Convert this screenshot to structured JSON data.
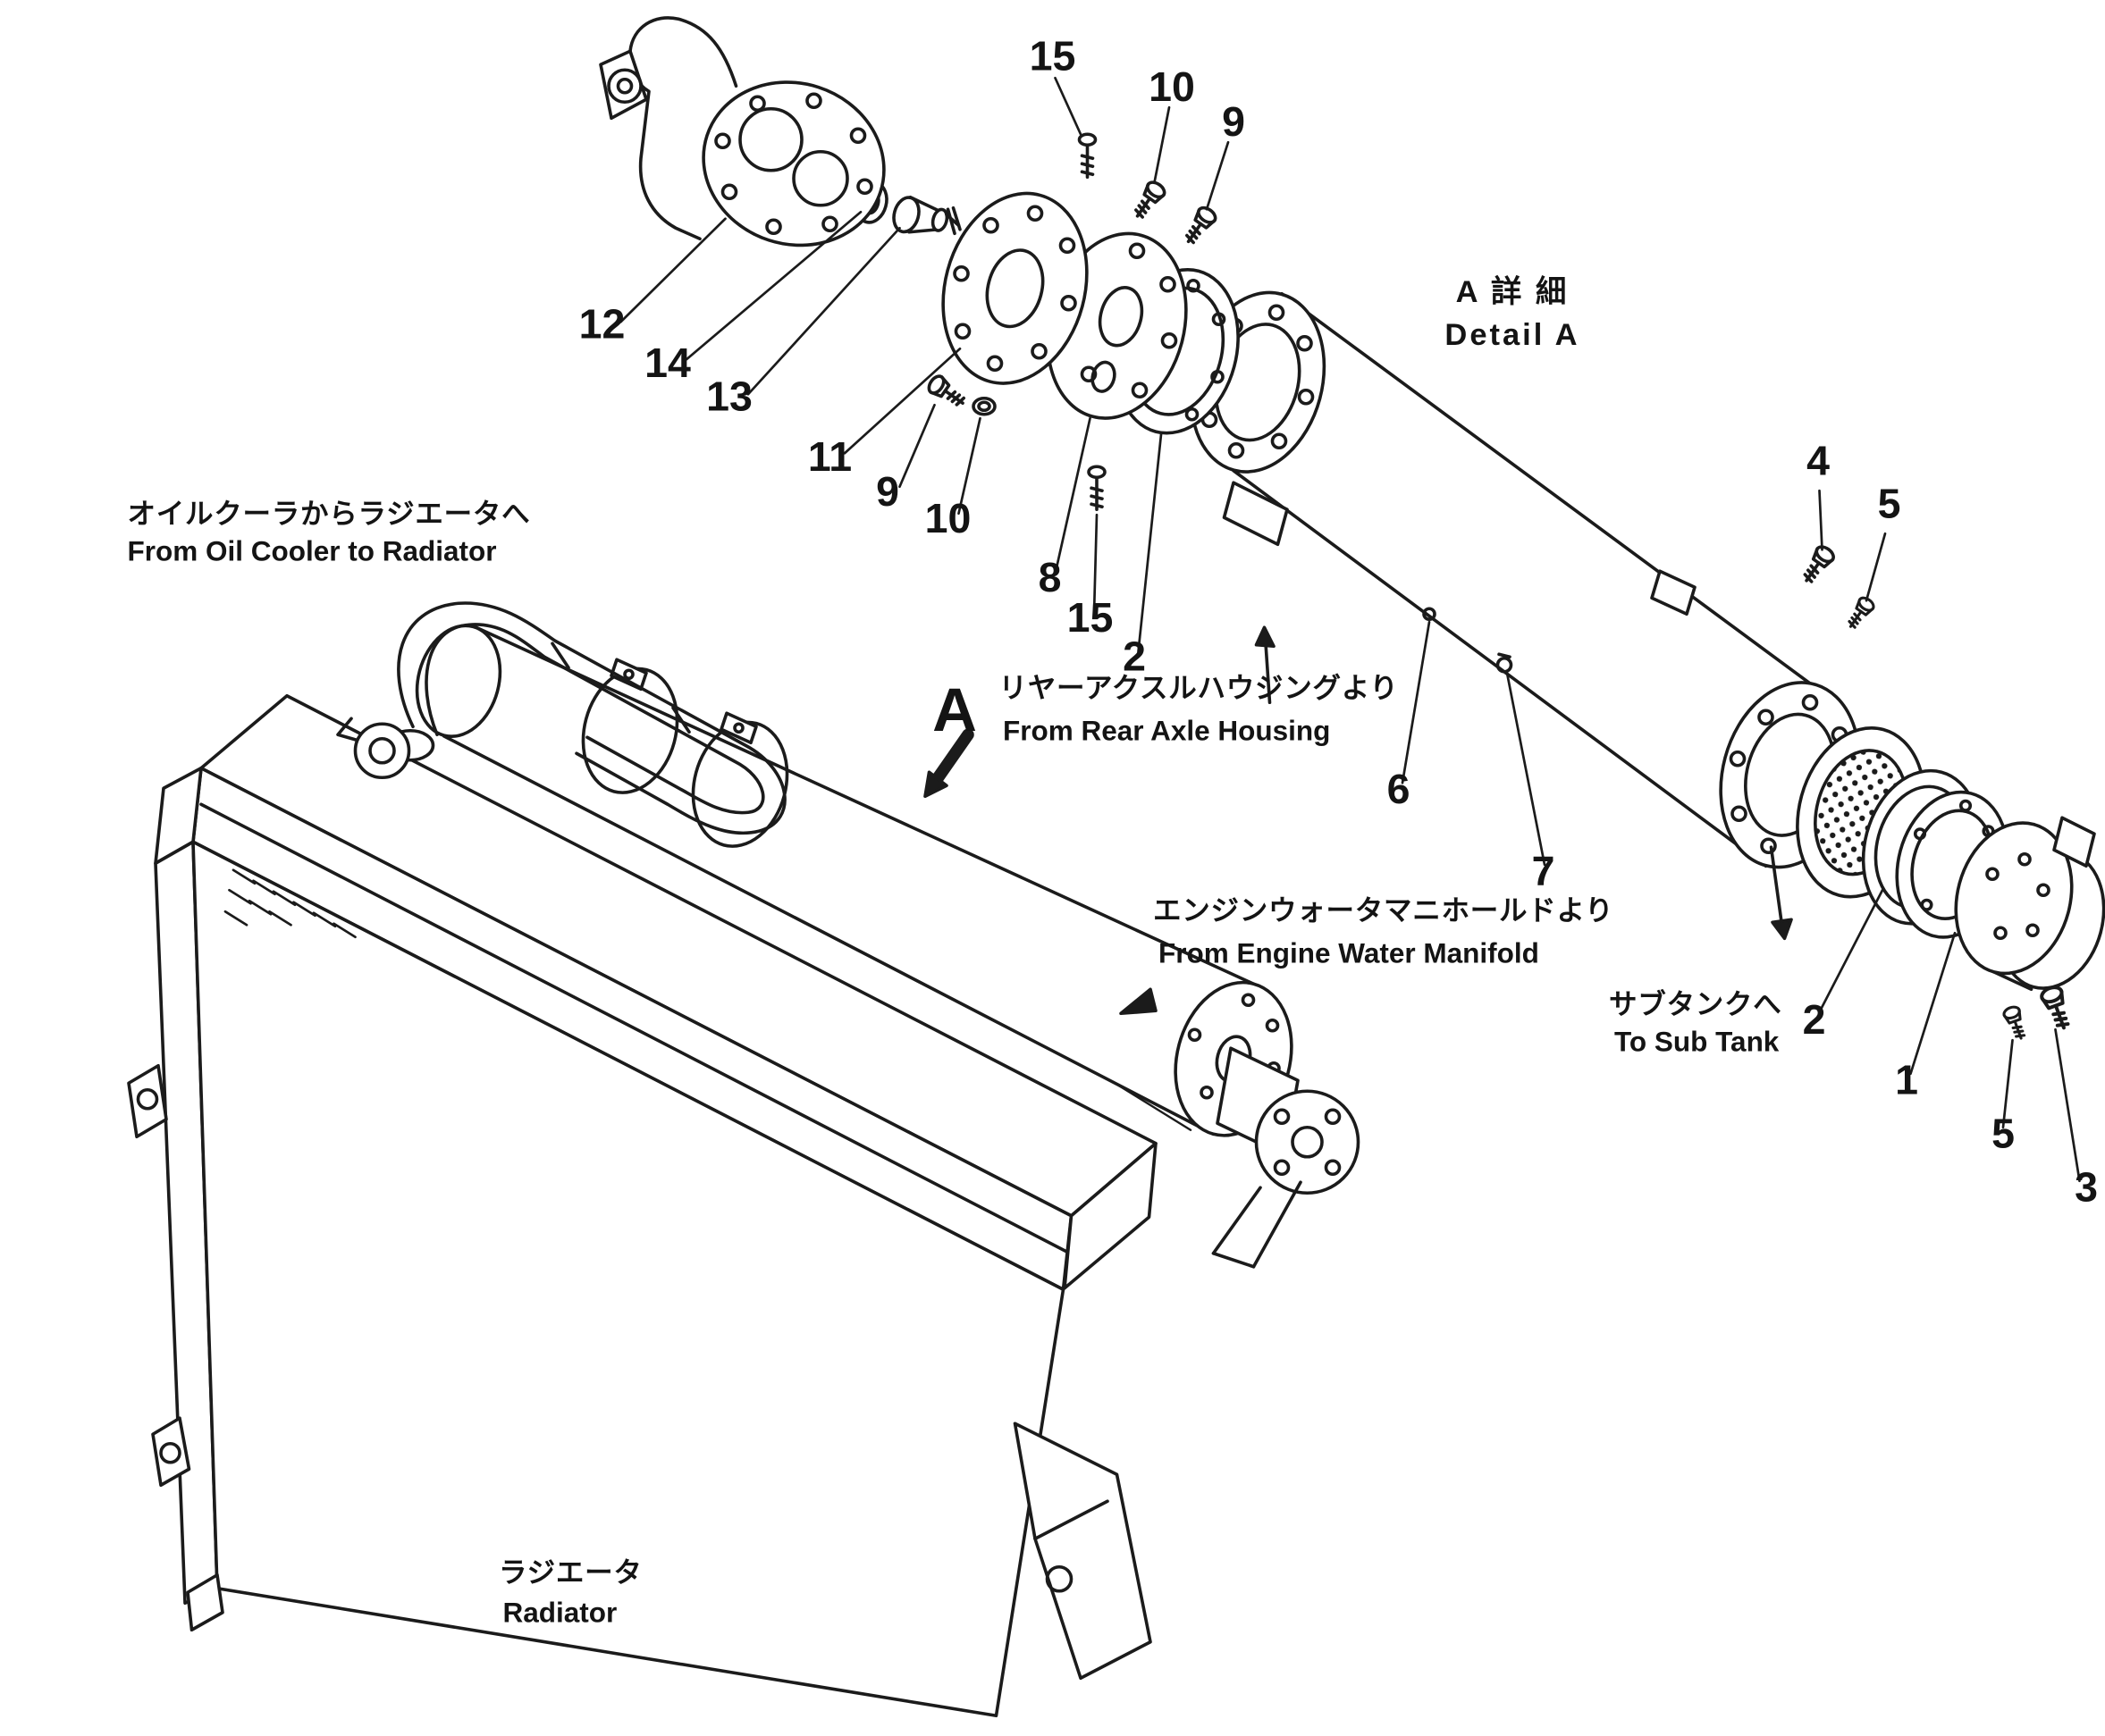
{
  "figure": {
    "background": "#ffffff",
    "ink": "#1b1b1b",
    "type": "exploded-parts-diagram"
  },
  "detail": {
    "jp": "A 詳 細",
    "en": "Detail A"
  },
  "marker_a": "A",
  "notes": {
    "oil_cooler": {
      "jp": "オイルクーラからラジエータへ",
      "en": "From Oil Cooler to Radiator"
    },
    "rear_axle": {
      "jp": "リヤーアクスルハウジングより",
      "en": "From Rear Axle Housing"
    },
    "engine_manifold": {
      "jp": "エンジンウォータマニホールドより",
      "en": "From Engine Water Manifold"
    },
    "sub_tank": {
      "jp": "サブタンクへ",
      "en": "To Sub Tank"
    },
    "radiator": {
      "jp": "ラジエータ",
      "en": "Radiator"
    }
  },
  "callouts": [
    {
      "label": "15"
    },
    {
      "label": "10"
    },
    {
      "label": "9"
    },
    {
      "label": "12"
    },
    {
      "label": "14"
    },
    {
      "label": "13"
    },
    {
      "label": "11"
    },
    {
      "label": "9"
    },
    {
      "label": "10"
    },
    {
      "label": "8"
    },
    {
      "label": "15"
    },
    {
      "label": "2"
    },
    {
      "label": "6"
    },
    {
      "label": "7"
    },
    {
      "label": "4"
    },
    {
      "label": "5"
    },
    {
      "label": "2"
    },
    {
      "label": "1"
    },
    {
      "label": "5"
    },
    {
      "label": "3"
    }
  ]
}
